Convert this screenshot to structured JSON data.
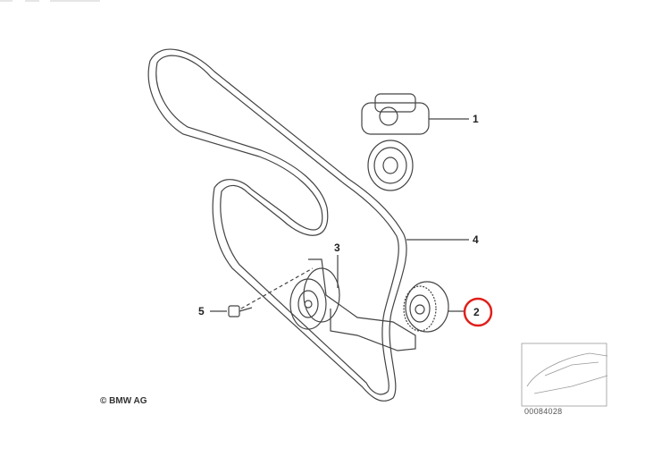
{
  "diagram": {
    "title": "Belt drive - tensioner and idler pulleys",
    "callouts": [
      {
        "number": "1",
        "part": "tensioner"
      },
      {
        "number": "2",
        "part": "idler-pulley",
        "highlighted": true
      },
      {
        "number": "3",
        "part": "guide-pulley-with-bracket"
      },
      {
        "number": "4",
        "part": "ribbed-v-belt"
      },
      {
        "number": "5",
        "part": "bolt"
      }
    ],
    "copyright": "© BMW AG",
    "diagram_number": "00084028",
    "highlight_color": "#e0201c",
    "line_color": "#444444"
  }
}
